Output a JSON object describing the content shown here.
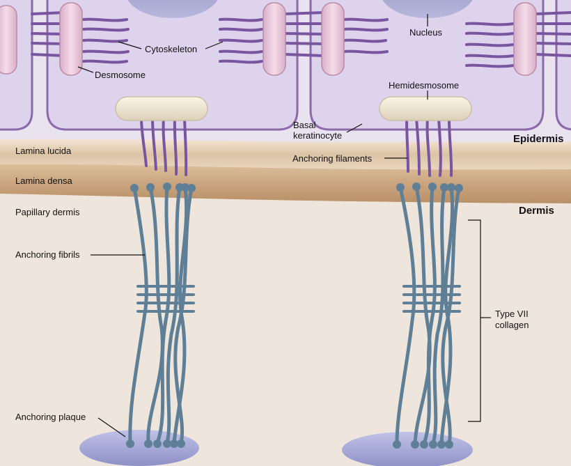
{
  "labels": {
    "nucleus": "Nucleus",
    "cytoskeleton": "Cytoskeleton",
    "desmosome": "Desmosome",
    "hemidesmosome": "Hemidesmosome",
    "basal_keratinocyte_line1": "Basal",
    "basal_keratinocyte_line2": "keratinocyte",
    "epidermis": "Epidermis",
    "lamina_lucida": "Lamina lucida",
    "anchoring_filaments": "Anchoring filaments",
    "lamina_densa": "Lamina densa",
    "papillary_dermis": "Papillary dermis",
    "dermis": "Dermis",
    "anchoring_fibrils": "Anchoring fibrils",
    "type_vii_line1": "Type VII",
    "type_vii_line2": "collagen",
    "anchoring_plaque": "Anchoring plaque"
  },
  "colors": {
    "background": "#eee6dc",
    "cell_fill": "#ddd3ec",
    "cell_border": "#8a6aa8",
    "keratin": "#7a559f",
    "lamina_lucida": "#dcc3a6",
    "lamina_densa": "#c9a47e",
    "fibril": "#5f7f96",
    "plaque": "#a6a8d6"
  }
}
